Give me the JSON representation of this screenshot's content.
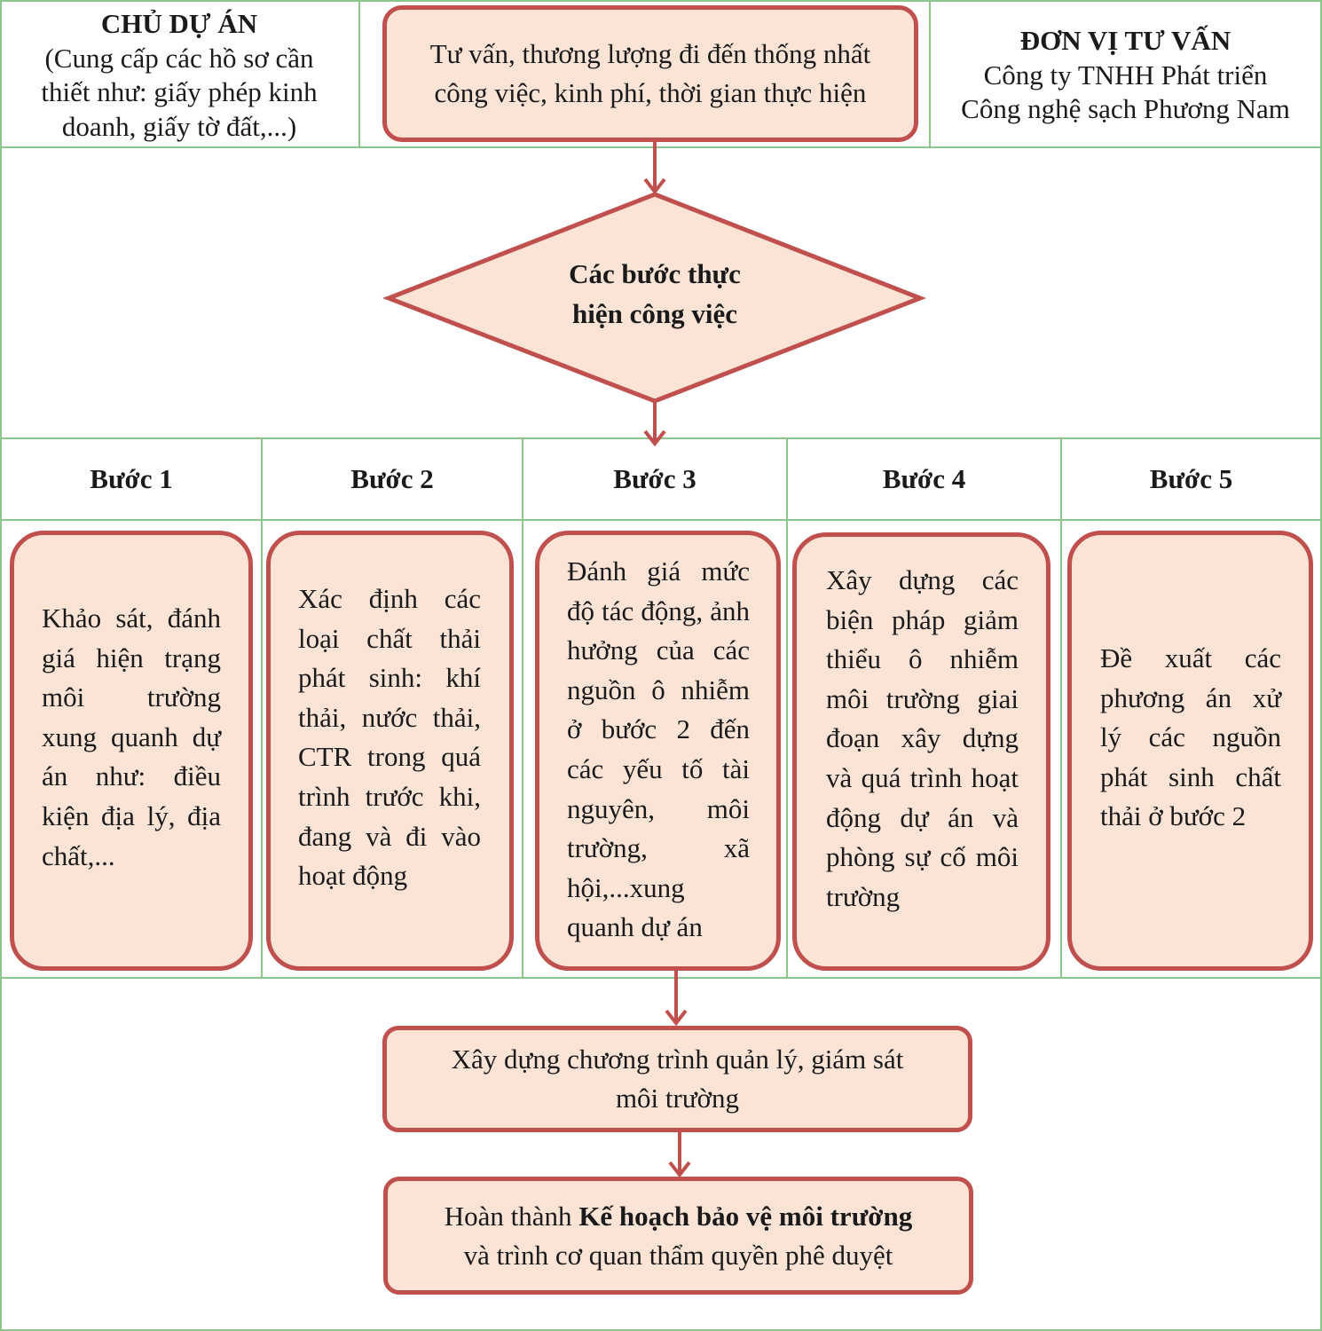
{
  "header": {
    "left": {
      "title": "CHỦ DỰ ÁN",
      "lines": [
        "(Cung cấp các hồ sơ cần",
        "thiết như: giấy phép kinh",
        "doanh, giấy tờ đất,...)"
      ]
    },
    "center_box": {
      "lines": [
        "Tư vấn, thương lượng đi đến thống nhất",
        "công việc, kinh phí, thời gian thực hiện"
      ]
    },
    "right": {
      "title": "ĐƠN VỊ TƯ VẤN",
      "lines": [
        "Công ty TNHH Phát triển",
        "Công nghệ sạch Phương Nam"
      ]
    }
  },
  "decision": {
    "lines": [
      "Các bước thực",
      "hiện công việc"
    ]
  },
  "steps": [
    {
      "label": "Bước 1",
      "text": "Khảo sát, đánh giá hiện trạng môi trường xung quanh dự án như: điều kiện địa lý, địa chất,..."
    },
    {
      "label": "Bước 2",
      "text": "Xác định các loại chất thải phát sinh: khí thải, nước thải, CTR trong quá trình trước khi, đang và đi vào hoạt động"
    },
    {
      "label": "Bước 3",
      "text": "Đánh giá mức độ tác động, ảnh hưởng của các nguồn ô nhiễm ở bước 2 đến các yếu tố tài nguyên, môi trường, xã hội,...xung quanh dự án"
    },
    {
      "label": "Bước 4",
      "text": "Xây dựng các biện pháp giảm thiểu ô nhiễm môi trường giai đoạn xây dựng và quá trình hoạt động dự án và phòng sự cố môi trường"
    },
    {
      "label": "Bước 5",
      "text": "Đề xuất các phương án xử lý các nguồn phát sinh chất thải ở bước 2"
    }
  ],
  "monitoring": {
    "lines": [
      "Xây dựng chương trình quản lý, giám sát",
      "môi trường"
    ]
  },
  "final": {
    "line1_prefix": "Hoàn thành ",
    "line1_bold": "Kế hoạch bảo vệ môi trường",
    "line2": "và trình cơ quan thẩm quyền phê duyệt"
  },
  "colors": {
    "box_fill": "#fbe3d6",
    "box_border": "#c0504d",
    "grid_line": "#8bc78b",
    "arrow": "#c0504d"
  }
}
